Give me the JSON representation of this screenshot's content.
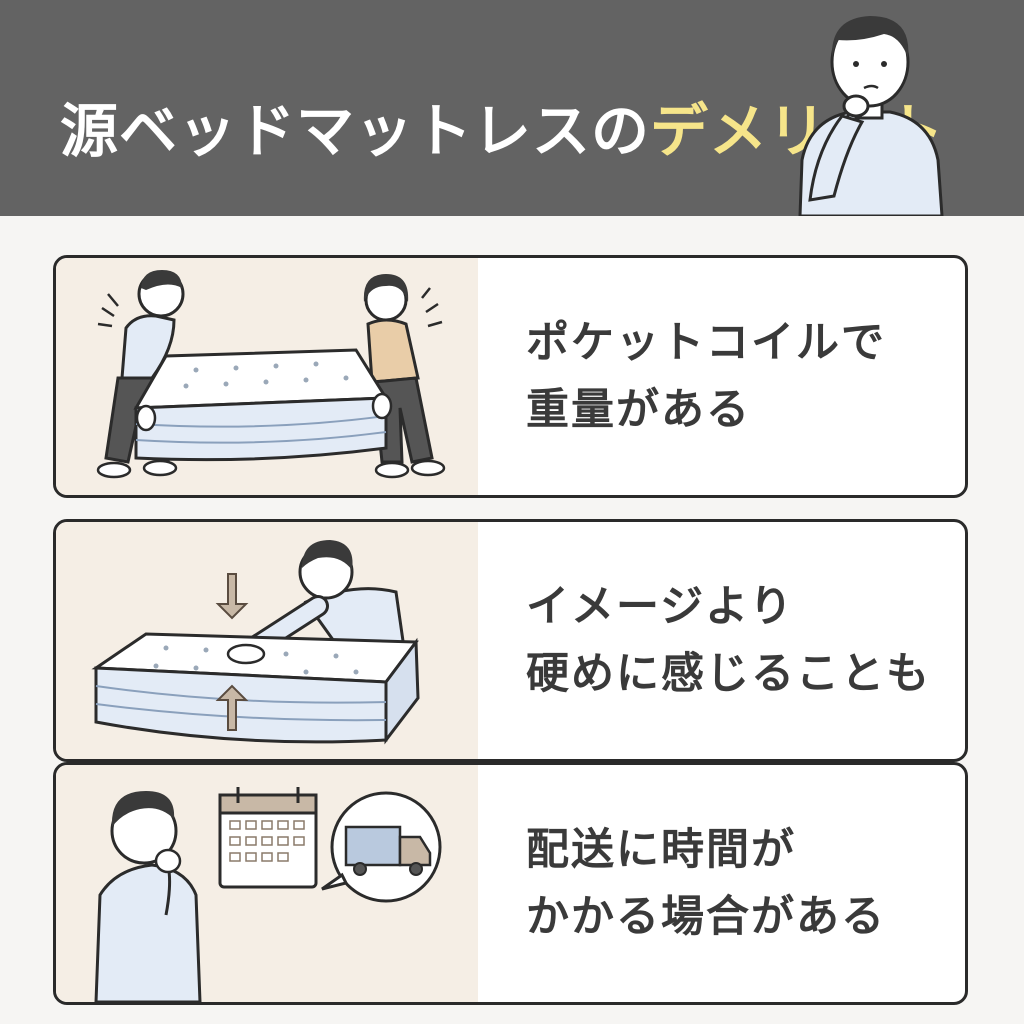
{
  "header": {
    "title_prefix": "源ベッドマットレスの",
    "title_accent": "デメリット",
    "colors": {
      "background": "#636363",
      "title": "#ffffff",
      "accent": "#f6e58a"
    },
    "illustration": "thinking-person"
  },
  "items": [
    {
      "line1": "ポケットコイルで",
      "line2": "重量がある",
      "illustration": "two-people-lifting-mattress"
    },
    {
      "line1": "イメージより",
      "line2": "硬めに感じることも",
      "illustration": "person-pressing-mattress"
    },
    {
      "line1": "配送に時間が",
      "line2": "かかる場合がある",
      "illustration": "person-calendar-delivery-truck"
    }
  ]
}
